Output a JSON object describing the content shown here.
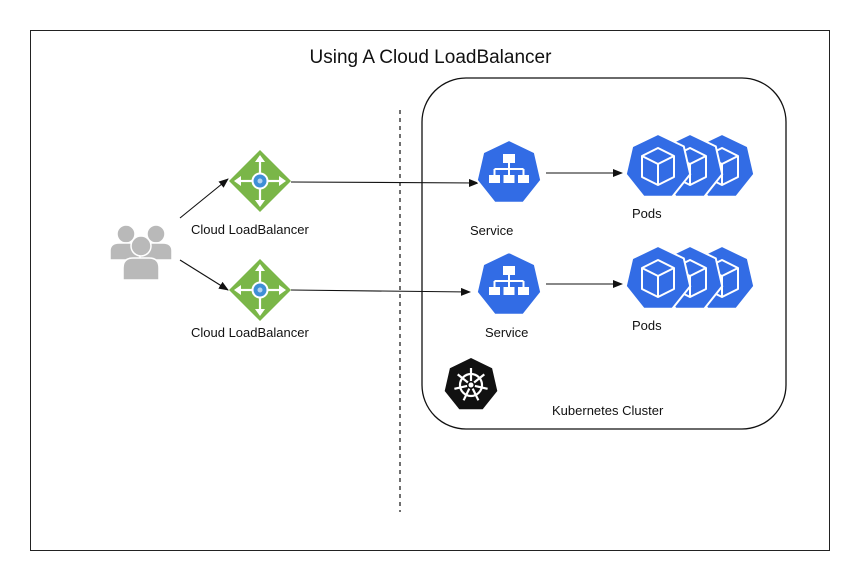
{
  "title": "Using A Cloud LoadBalancer",
  "cluster": {
    "label": "Kubernetes Cluster"
  },
  "load_balancers": [
    {
      "label": "Cloud LoadBalancer"
    },
    {
      "label": "Cloud LoadBalancer"
    }
  ],
  "services": [
    {
      "label": "Service"
    },
    {
      "label": "Service"
    }
  ],
  "pod_groups": [
    {
      "label": "Pods"
    },
    {
      "label": "Pods"
    }
  ],
  "icons": {
    "users": "users-icon",
    "load_balancer": "load-balancer-icon",
    "service": "service-icon",
    "pod": "pod-icon",
    "kubernetes": "kubernetes-logo-icon"
  },
  "colors": {
    "k8s_blue": "#326ce5",
    "lb_green": "#7ab648",
    "lb_node": "#3f8fd6",
    "users_gray": "#b9b9b9",
    "line": "#111111"
  }
}
